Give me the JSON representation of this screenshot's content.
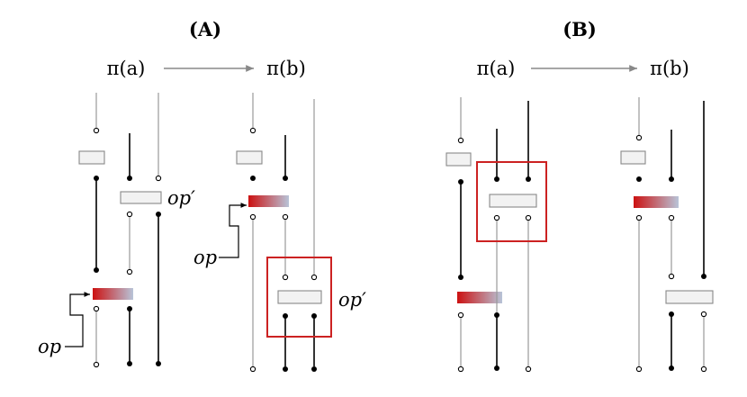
{
  "panels": [
    {
      "label": "(A)",
      "transition": {
        "from": "π(a)",
        "to": "π(b)"
      },
      "annotations": {
        "op": "op",
        "op_prime": "op′"
      }
    },
    {
      "label": "(B)",
      "transition": {
        "from": "π(a)",
        "to": "π(b)"
      }
    }
  ],
  "colors": {
    "highlight_box": "#cc2222",
    "op_gradient_start": "#cc1111",
    "op_gradient_end": "#b8c4d8",
    "strong_wire": "#000000",
    "weak_wire": "#999999",
    "gate_fill": "#f2f2f2",
    "gate_stroke": "#888888"
  }
}
